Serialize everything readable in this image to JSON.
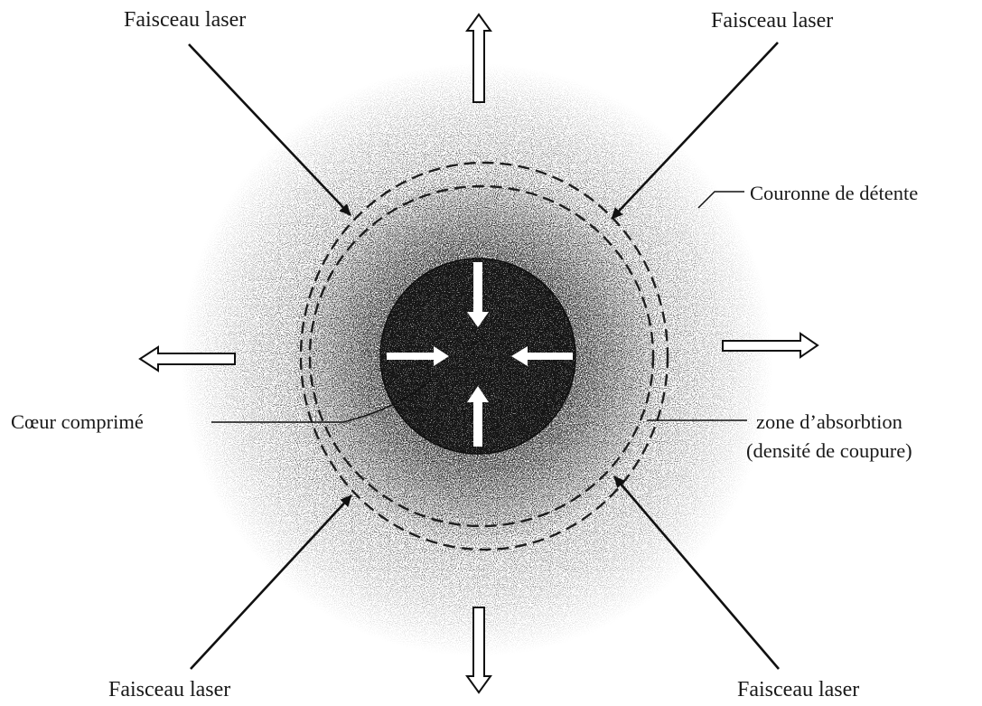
{
  "labels": {
    "beam_top_left": "Faisceau laser",
    "beam_top_right": "Faisceau laser",
    "beam_bottom_left": "Faisceau laser",
    "beam_bottom_right": "Faisceau laser",
    "corona": "Couronne de détente",
    "core": "Cœur comprimé",
    "absorption_line1": "zone d’absorbtion",
    "absorption_line2": "(densité de coupure)"
  }
}
